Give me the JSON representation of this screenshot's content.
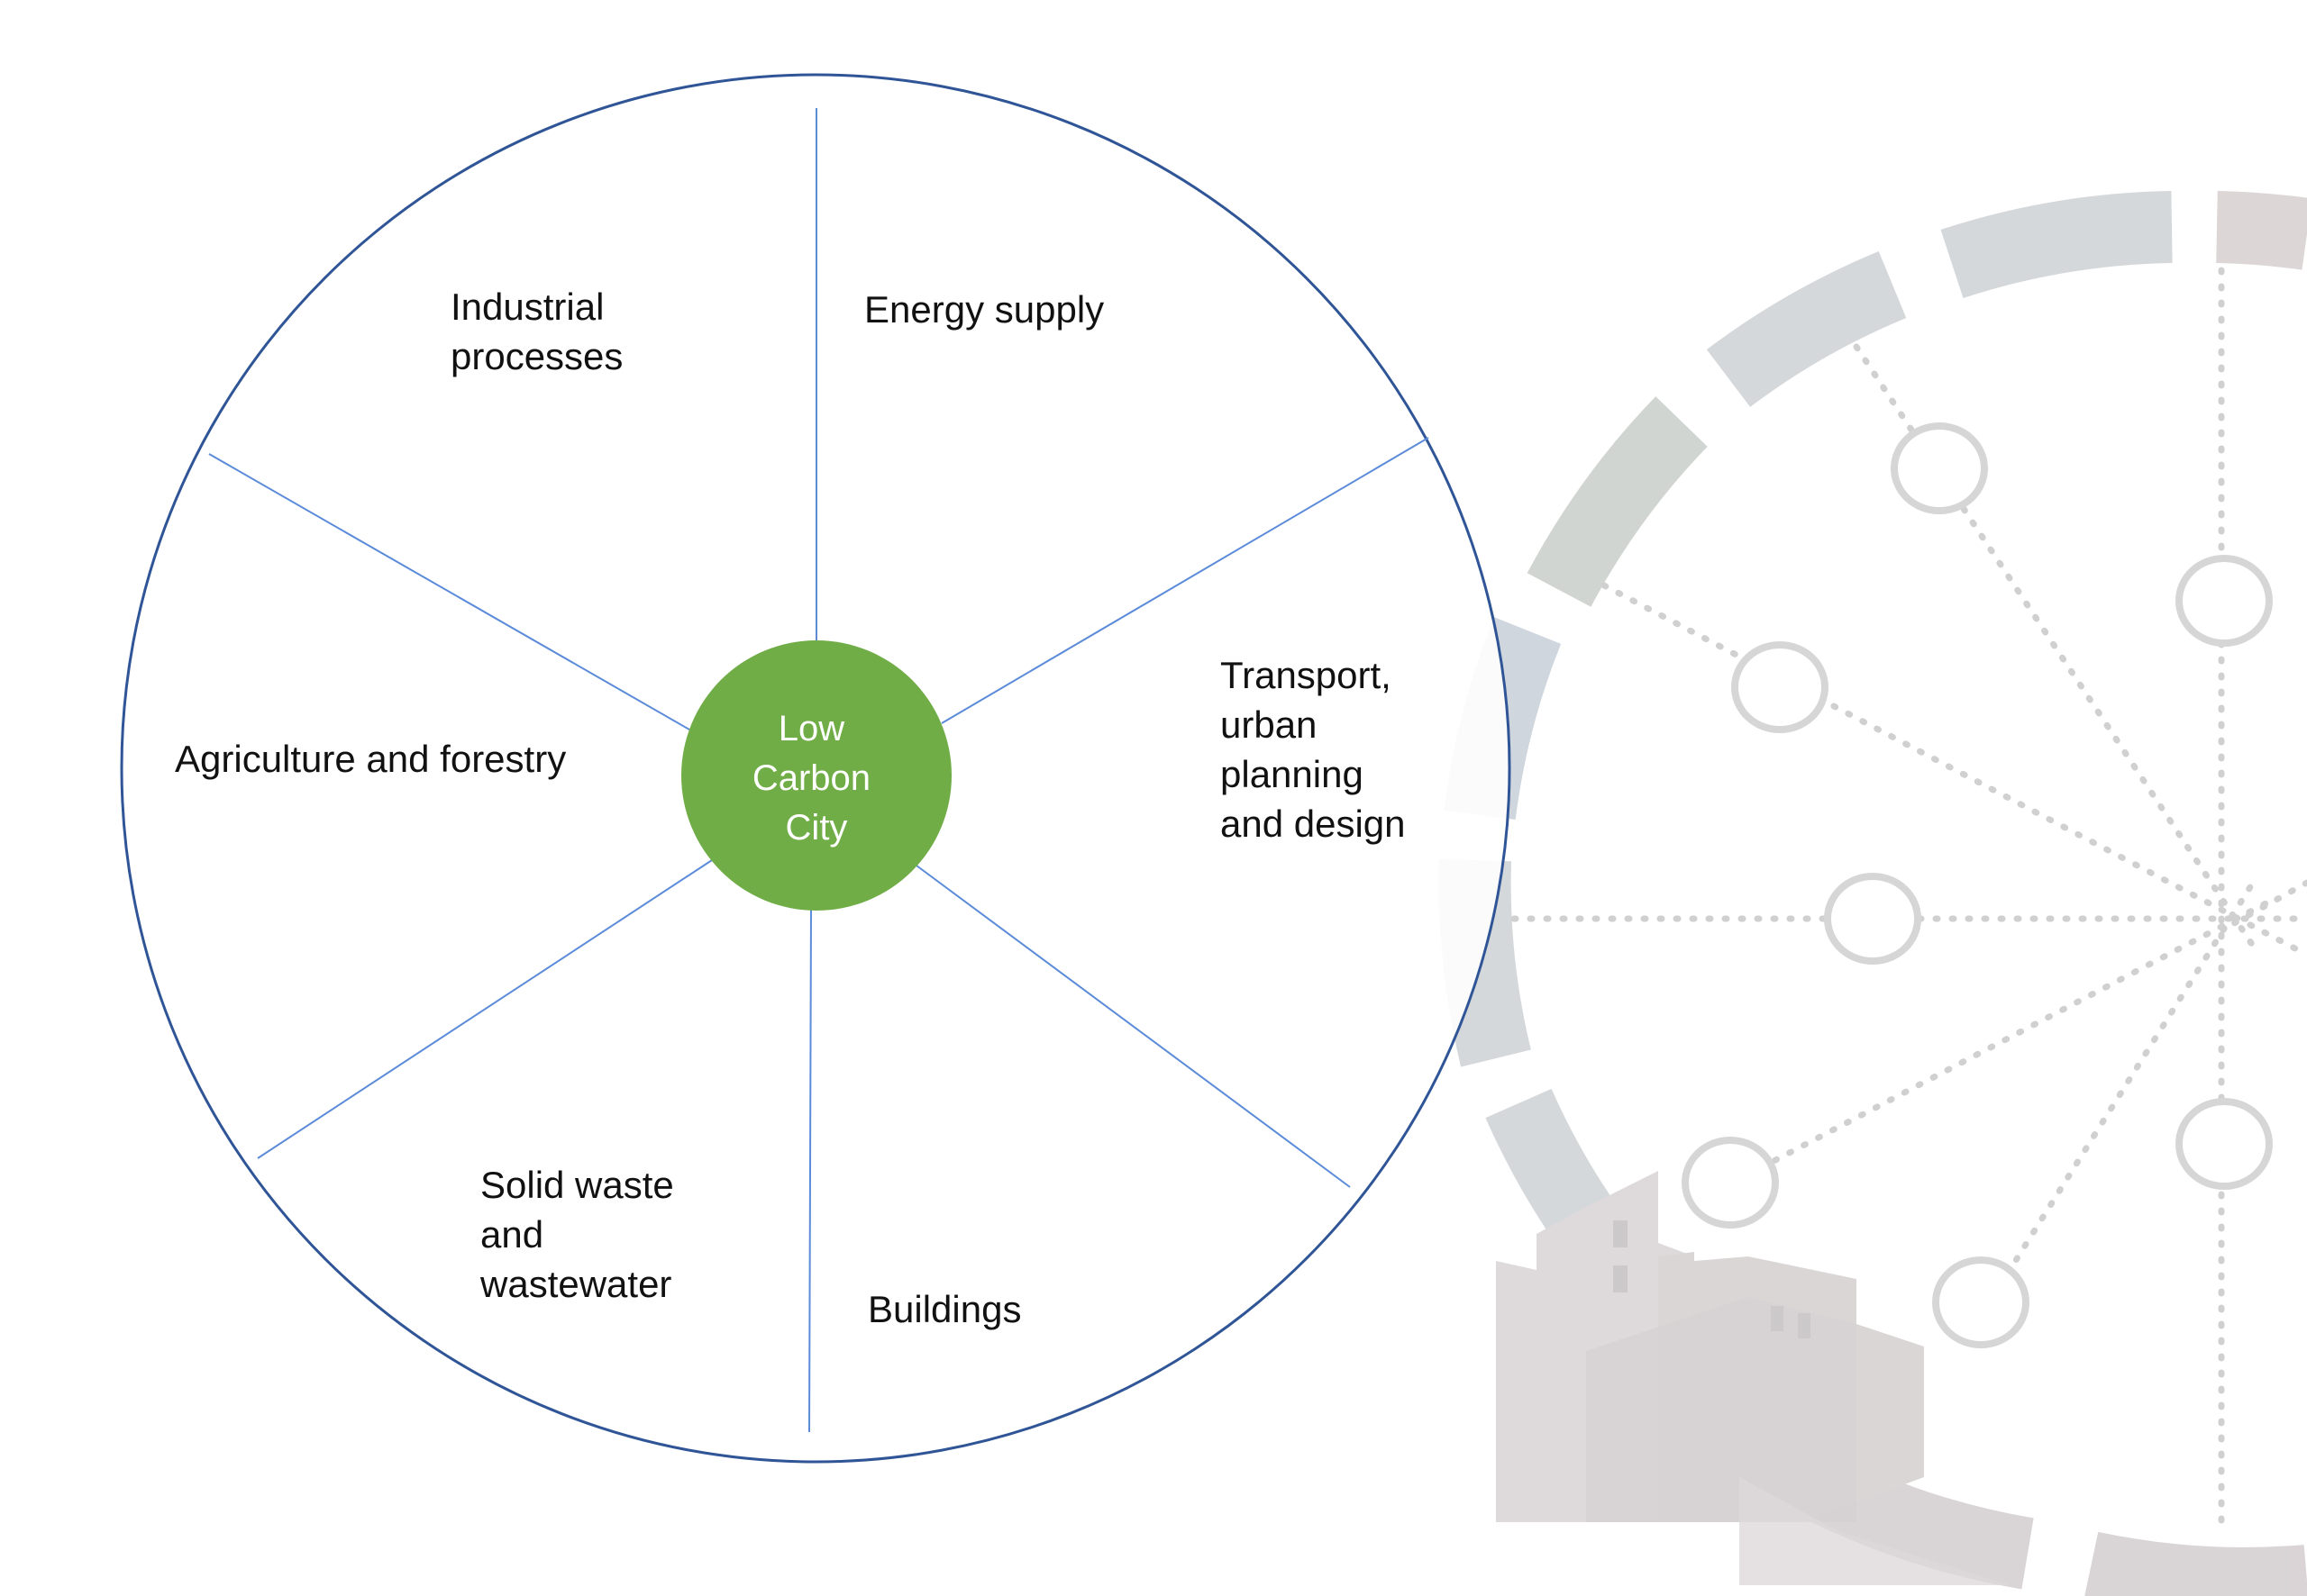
{
  "diagram": {
    "hub": {
      "lines": [
        "Low",
        "Carbon",
        "City"
      ],
      "fill_color": "#70ad47",
      "text_color": "#ffffff"
    },
    "sectors": [
      {
        "id": "industrial-processes",
        "lines": [
          "Industrial",
          "processes"
        ]
      },
      {
        "id": "energy-supply",
        "lines": [
          "Energy supply"
        ]
      },
      {
        "id": "transport",
        "lines": [
          "Transport,",
          "urban",
          "planning",
          "and design"
        ]
      },
      {
        "id": "buildings",
        "lines": [
          "Buildings"
        ]
      },
      {
        "id": "solid-waste",
        "lines": [
          "Solid waste",
          "and",
          "wastewater"
        ]
      },
      {
        "id": "agriculture",
        "lines": [
          "Agriculture and forestry"
        ]
      }
    ],
    "colors": {
      "outer_ring": "#2f5597",
      "divider": "#5b8bd9",
      "label_text": "#111111",
      "background_art": "#cdd2d4"
    }
  }
}
